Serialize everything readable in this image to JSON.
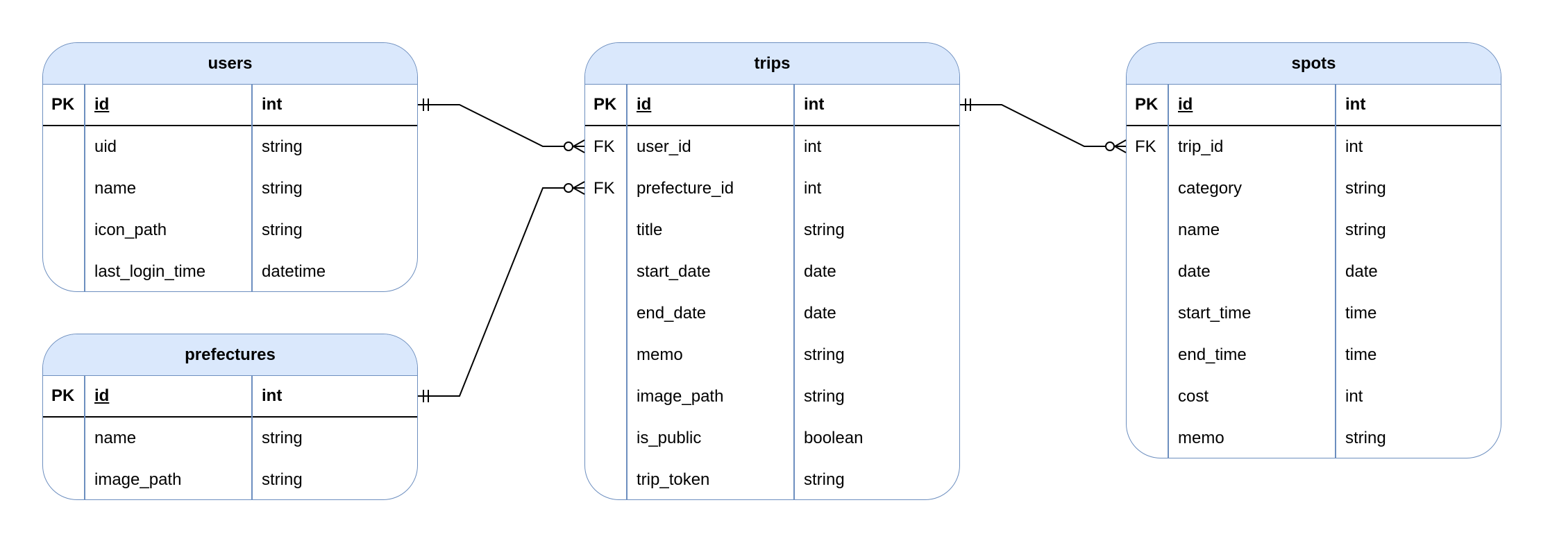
{
  "entities": [
    {
      "id": "users",
      "title": "users",
      "rows": [
        {
          "key": "PK",
          "name": "id",
          "type": "int"
        },
        {
          "key": "",
          "name": "uid",
          "type": "string"
        },
        {
          "key": "",
          "name": "name",
          "type": "string"
        },
        {
          "key": "",
          "name": "icon_path",
          "type": "string"
        },
        {
          "key": "",
          "name": "last_login_time",
          "type": "datetime"
        }
      ]
    },
    {
      "id": "prefectures",
      "title": "prefectures",
      "rows": [
        {
          "key": "PK",
          "name": "id",
          "type": "int"
        },
        {
          "key": "",
          "name": "name",
          "type": "string"
        },
        {
          "key": "",
          "name": "image_path",
          "type": "string"
        }
      ]
    },
    {
      "id": "trips",
      "title": "trips",
      "rows": [
        {
          "key": "PK",
          "name": "id",
          "type": "int"
        },
        {
          "key": "FK",
          "name": "user_id",
          "type": "int"
        },
        {
          "key": "FK",
          "name": "prefecture_id",
          "type": "int"
        },
        {
          "key": "",
          "name": "title",
          "type": "string"
        },
        {
          "key": "",
          "name": "start_date",
          "type": "date"
        },
        {
          "key": "",
          "name": "end_date",
          "type": "date"
        },
        {
          "key": "",
          "name": "memo",
          "type": "string"
        },
        {
          "key": "",
          "name": "image_path",
          "type": "string"
        },
        {
          "key": "",
          "name": "is_public",
          "type": "boolean"
        },
        {
          "key": "",
          "name": "trip_token",
          "type": "string"
        }
      ]
    },
    {
      "id": "spots",
      "title": "spots",
      "rows": [
        {
          "key": "PK",
          "name": "id",
          "type": "int"
        },
        {
          "key": "FK",
          "name": "trip_id",
          "type": "int"
        },
        {
          "key": "",
          "name": "category",
          "type": "string"
        },
        {
          "key": "",
          "name": "name",
          "type": "string"
        },
        {
          "key": "",
          "name": "date",
          "type": "date"
        },
        {
          "key": "",
          "name": "start_time",
          "type": "time"
        },
        {
          "key": "",
          "name": "end_time",
          "type": "time"
        },
        {
          "key": "",
          "name": "cost",
          "type": "int"
        },
        {
          "key": "",
          "name": "memo",
          "type": "string"
        }
      ]
    }
  ],
  "relationships": [
    {
      "from": "users.id",
      "to": "trips.user_id",
      "from_end": "exactly-one",
      "to_end": "zero-or-many"
    },
    {
      "from": "prefectures.id",
      "to": "trips.prefecture_id",
      "from_end": "exactly-one",
      "to_end": "zero-or-many"
    },
    {
      "from": "trips.id",
      "to": "spots.trip_id",
      "from_end": "exactly-one",
      "to_end": "zero-or-many"
    }
  ],
  "colors": {
    "header_fill": "#dae8fc",
    "border": "#6c8ebf",
    "line": "#000000"
  }
}
